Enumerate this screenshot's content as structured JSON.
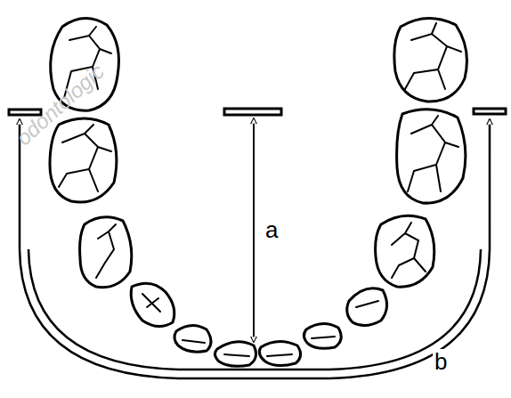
{
  "diagram": {
    "labels": [
      "a",
      "b",
      "odontologic"
    ]
  }
}
